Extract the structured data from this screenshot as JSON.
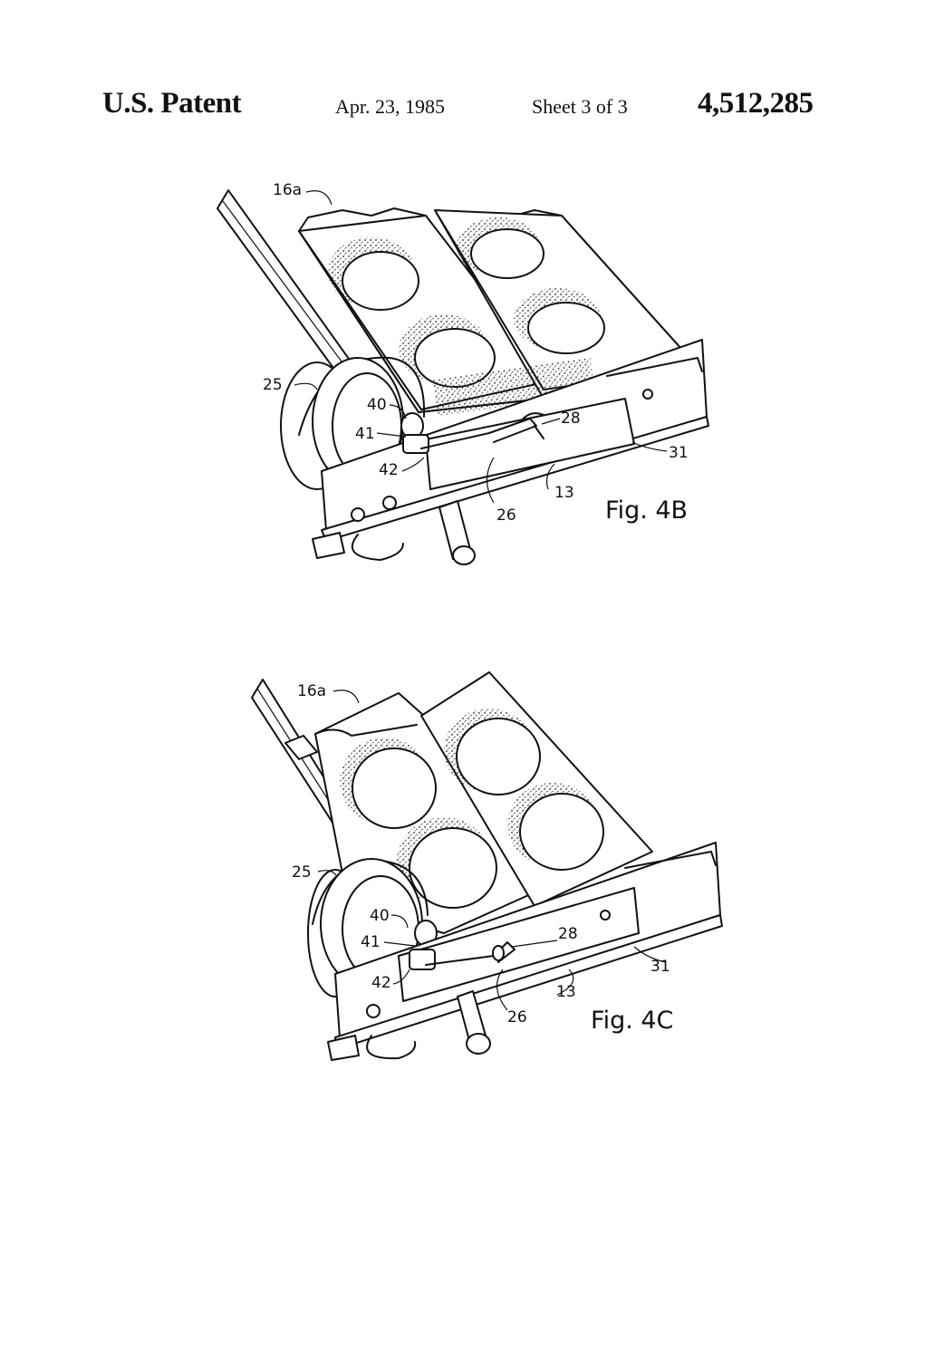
{
  "header": {
    "patent_label": "U.S. Patent",
    "date": "Apr. 23, 1985",
    "sheet": "Sheet 3 of 3",
    "patent_number": "4,512,285"
  },
  "figures": [
    {
      "caption": "Fig. 4B",
      "labels": {
        "l16a": "16a",
        "l25": "25",
        "l40": "40",
        "l41": "41",
        "l42": "42",
        "l28": "28",
        "l31": "31",
        "l26": "26",
        "l13": "13"
      }
    },
    {
      "caption": "Fig. 4C",
      "labels": {
        "l16a": "16a",
        "l25": "25",
        "l40": "40",
        "l41": "41",
        "l42": "42",
        "l28": "28",
        "l31": "31",
        "l26": "26",
        "l13": "13"
      }
    }
  ]
}
